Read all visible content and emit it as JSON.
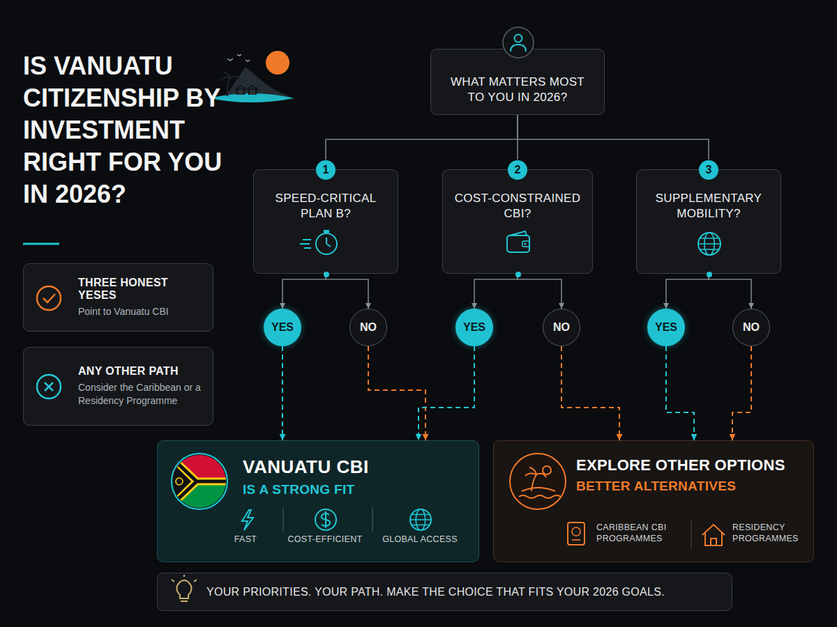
{
  "diagram": {
    "title": "IS VANUATU CITIZENSHIP BY INVESTMENT RIGHT FOR YOU IN 2026?",
    "nodes": [
      {
        "text": [
          "THREE HONEST YESES",
          "Point to Vanuatu CBI"
        ]
      },
      {
        "text": [
          "ANY OTHER PATH",
          "Consider the Caribbean or a Residency Programme"
        ]
      },
      {
        "text": [
          "WHAT MATTERS MOST TO YOU IN 2026?"
        ]
      },
      {
        "text": [
          "1",
          "SPEED-CRITICAL PLAN B?"
        ]
      },
      {
        "text": [
          "2",
          "COST-CONSTRAINED CBI?"
        ]
      },
      {
        "text": [
          "3",
          "SUPPLEMENTARY MOBILITY?"
        ]
      },
      {
        "text": [
          "YES"
        ]
      },
      {
        "text": [
          "NO"
        ]
      },
      {
        "text": [
          "YES"
        ]
      },
      {
        "text": [
          "NO"
        ]
      },
      {
        "text": [
          "YES"
        ]
      },
      {
        "text": [
          "NO"
        ]
      },
      {
        "text": [
          "VANUATU CBI",
          "IS A STRONG FIT"
        ]
      },
      {
        "text": [
          "EXPLORE OTHER OPTIONS",
          "BETTER ALTERNATIVES"
        ]
      },
      {
        "text": [
          "YOUR PRIORITIES. YOUR PATH. MAKE THE CHOICE THAT FITS YOUR 2026 GOALS."
        ]
      }
    ],
    "edges": [
      {
        "from": 2,
        "to": 3,
        "arrow": "none"
      },
      {
        "from": 2,
        "to": 4,
        "arrow": "none"
      },
      {
        "from": 2,
        "to": 5,
        "arrow": "none"
      },
      {
        "from": 3,
        "to": 6,
        "arrow": "to"
      },
      {
        "from": 3,
        "to": 7,
        "arrow": "to"
      },
      {
        "from": 4,
        "to": 8,
        "arrow": "to"
      },
      {
        "from": 4,
        "to": 9,
        "arrow": "to"
      },
      {
        "from": 5,
        "to": 10,
        "arrow": "to"
      },
      {
        "from": 5,
        "to": 11,
        "arrow": "to"
      },
      {
        "from": 6,
        "to": 12,
        "arrow": "to"
      },
      {
        "from": 7,
        "to": 12,
        "arrow": "to"
      },
      {
        "from": 8,
        "to": 12,
        "arrow": "to"
      },
      {
        "from": 9,
        "to": 13,
        "arrow": "to"
      },
      {
        "from": 10,
        "to": 13,
        "arrow": "to"
      },
      {
        "from": 11,
        "to": 13,
        "arrow": "to"
      }
    ],
    "labels": [
      "FAST",
      "COST-EFFICIENT",
      "GLOBAL ACCESS",
      "CARIBBEAN CBI PROGRAMMES",
      "RESIDENCY PROGRAMMES"
    ]
  }
}
